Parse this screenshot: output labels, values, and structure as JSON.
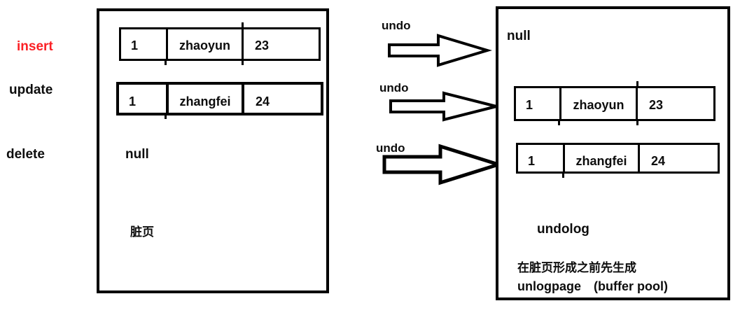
{
  "colors": {
    "line": "#000000",
    "text": "#0d0d0d",
    "insert_red": "#fb2025",
    "background": "#ffffff"
  },
  "operation_labels": {
    "insert": "insert",
    "update": "update",
    "delete": "delete"
  },
  "left_box": {
    "rows": [
      [
        "1",
        "zhaoyun",
        "23"
      ],
      [
        "1",
        "zhangfei",
        "24"
      ]
    ],
    "null_label": "null",
    "caption": "脏页"
  },
  "arrows": [
    {
      "label": "undo"
    },
    {
      "label": "undo"
    },
    {
      "label": "undo"
    }
  ],
  "right_box": {
    "null_label": "null",
    "rows": [
      [
        "1",
        "zhaoyun",
        "23"
      ],
      [
        "1",
        "zhangfei",
        "24"
      ]
    ],
    "caption": "undolog",
    "note_line1": "在脏页形成之前先生成",
    "note_line2": "unlogpage　(buffer pool)"
  }
}
